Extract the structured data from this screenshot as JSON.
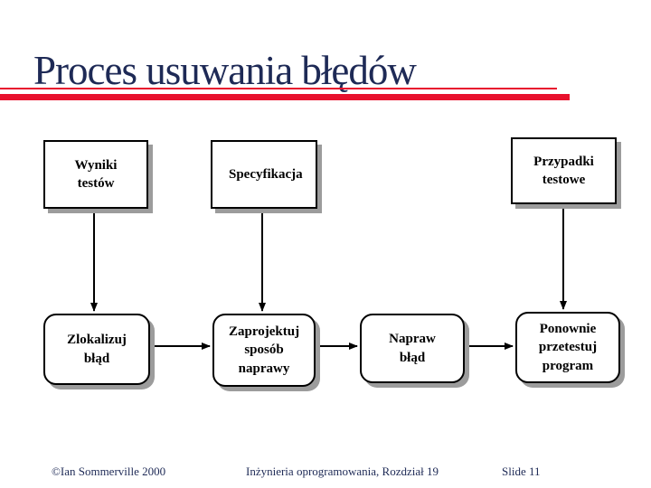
{
  "slide": {
    "title": "Proces usuwania błędów",
    "accent_color": "#e8112d",
    "title_color": "#1e2a56"
  },
  "diagram": {
    "artifact_boxes": [
      {
        "label": "Wyniki testów"
      },
      {
        "label": "Specyfikacja"
      },
      {
        "label": "Przypadki testowe"
      }
    ],
    "process_boxes": [
      {
        "label": "Zlokalizuj błąd"
      },
      {
        "label": "Zaprojektuj sposób naprawy"
      },
      {
        "label": "Napraw błąd"
      },
      {
        "label": "Ponownie przetestuj program"
      }
    ],
    "flow": [
      "Wyniki testów → Zlokalizuj błąd",
      "Specyfikacja → Zaprojektuj sposób naprawy",
      "Przypadki testowe → Ponownie przetestuj program",
      "Zlokalizuj błąd → Zaprojektuj sposób naprawy",
      "Zaprojektuj sposób naprawy → Napraw błąd",
      "Napraw błąd → Ponownie przetestuj program"
    ]
  },
  "footer": {
    "copyright": "©Ian Sommerville 2000",
    "course": "Inżynieria oprogramowania, Rozdział 19",
    "slide_number": "Slide 11"
  }
}
